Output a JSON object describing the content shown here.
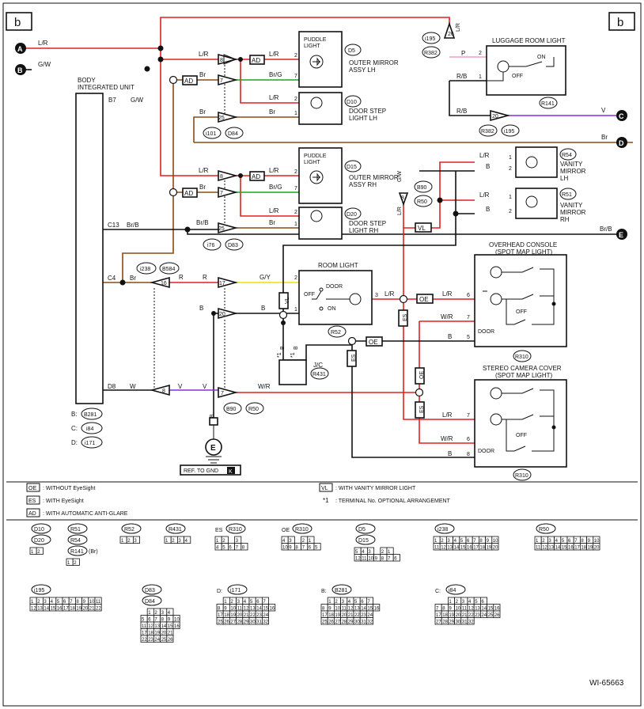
{
  "page": {
    "section_mark": "b",
    "figure_id": "WI-65663"
  },
  "connector_points": {
    "A": "A",
    "B": "B",
    "C": "C",
    "D": "D",
    "E": "E"
  },
  "colors": {
    "red": "#e02020",
    "brown": "#8a4a14",
    "green": "#1aa51a",
    "yellow": "#f0e000",
    "purple": "#8a2be2",
    "pink": "#f0a0c8",
    "black": "#111111"
  },
  "wires": {
    "LR": "L/R",
    "GW": "G/W",
    "Br": "Br",
    "BrG": "Br/G",
    "BrB": "Br/B",
    "R": "R",
    "GY": "G/Y",
    "B": "B",
    "V": "V",
    "WR": "W/R",
    "P": "P",
    "RB": "R/B",
    "W": "W"
  },
  "body_unit": {
    "title_line1": "BODY",
    "title_line2": "INTEGRATED UNIT",
    "pins": [
      "B7",
      "C13",
      "C4",
      "D8"
    ],
    "refs": [
      "B:",
      "C:",
      "D:"
    ],
    "ref_codes": [
      "B281",
      "i84",
      "i171"
    ]
  },
  "components": {
    "d5": {
      "id": "D5",
      "l1": "PUDDLE",
      "l2": "LIGHT",
      "name1": "OUTER MIRROR",
      "name2": "ASSY LH"
    },
    "d10": {
      "id": "D10",
      "name1": "DOOR STEP",
      "name2": "LIGHT LH"
    },
    "d15": {
      "id": "D15",
      "l1": "PUDDLE",
      "l2": "LIGHT",
      "name1": "OUTER MIRROR",
      "name2": "ASSY RH"
    },
    "d20": {
      "id": "D20",
      "name1": "DOOR STEP",
      "name2": "LIGHT RH"
    },
    "luggage": {
      "title": "LUGGAGE ROOM LIGHT",
      "on": "ON",
      "off": "OFF",
      "id": "R141"
    },
    "r54": {
      "id": "R54",
      "name1": "VANITY",
      "name2": "MIRROR",
      "name3": "LH"
    },
    "r51": {
      "id": "R51",
      "name1": "VANITY",
      "name2": "MIRROR",
      "name3": "RH"
    },
    "room": {
      "title": "ROOM LIGHT",
      "door": "DOOR",
      "off": "OFF",
      "on": "ON"
    },
    "overhead": {
      "title1": "OVERHEAD CONSOLE",
      "title2": "(SPOT MAP LIGHT)",
      "off": "OFF",
      "door": "DOOR",
      "id": "R310"
    },
    "stereo": {
      "title1": "STEREO CAMERA COVER",
      "title2": "(SPOT MAP LIGHT)",
      "off": "OFF",
      "door": "DOOR",
      "id": "R310"
    },
    "jc": {
      "title": "J/C",
      "id": "R431"
    },
    "ground": {
      "label": "REF. TO GND",
      "badge": "K"
    }
  },
  "tags": {
    "AD": "AD",
    "VL": "VL",
    "OE": "OE",
    "ES": "ES"
  },
  "conn_ids": {
    "i101": "i101",
    "D84": "D84",
    "i76": "i76",
    "D83": "D83",
    "i238": "i238",
    "B584": "B584",
    "B90": "B90",
    "R50": "R50",
    "R52": "R52",
    "i195": "i195",
    "R382": "R382"
  },
  "pin_numbers": {
    "n1": "1",
    "n2": "2",
    "n3": "3",
    "n5": "5",
    "n6": "6",
    "n7": "7",
    "n8": "8",
    "n16": "16",
    "n17": "17",
    "n20": "20",
    "n25": "25",
    "n26": "26",
    "star1": "*1"
  },
  "legend": [
    {
      "tag": "OE",
      "text": ": WITHOUT EyeSight"
    },
    {
      "tag": "ES",
      "text": ": WITH EyeSight"
    },
    {
      "tag": "AD",
      "text": ": WITH AUTOMATIC ANTI-GLARE"
    },
    {
      "tag": "VL",
      "text": ": WITH VANITY MIRROR LIGHT"
    },
    {
      "tag": "*1",
      "text": ": TERMINAL No. OPTIONAL ARRANGEMENT"
    }
  ],
  "connector_faces": [
    {
      "ids": [
        "D10",
        "D20"
      ],
      "rows": [
        [
          "1",
          "2"
        ]
      ]
    },
    {
      "ids": [
        "R51",
        "R54",
        "R141"
      ],
      "suffix": "(Br)",
      "rows": [
        [
          "1",
          "2"
        ]
      ]
    },
    {
      "ids": [
        "R52"
      ],
      "rows": [
        [
          "1",
          "2",
          "3"
        ]
      ]
    },
    {
      "ids": [
        "R431"
      ],
      "rows": [
        [
          "1",
          "2",
          "3",
          "4"
        ]
      ]
    },
    {
      "ids": [
        "R310"
      ],
      "prefix": "ES",
      "rows": [
        [
          "1",
          "2",
          "",
          "3"
        ],
        [
          "4",
          "5",
          "6",
          "7",
          "8"
        ]
      ]
    },
    {
      "ids": [
        "R310"
      ],
      "prefix": "OE",
      "rows": [
        [
          "4",
          "3",
          "",
          "2",
          "1"
        ],
        [
          "10",
          "9",
          "8",
          "7",
          "6",
          "5"
        ]
      ]
    },
    {
      "ids": [
        "D5",
        "D15"
      ],
      "rows": [
        [
          "5",
          "4",
          "3",
          "",
          "2",
          "1"
        ],
        [
          "12",
          "11",
          "10",
          "9",
          "8",
          "7",
          "6"
        ]
      ]
    },
    {
      "ids": [
        "i238"
      ],
      "rows": [
        [
          "1",
          "2",
          "3",
          "4",
          "5",
          "6",
          "7",
          "8",
          "9",
          "10"
        ],
        [
          "11",
          "12",
          "13",
          "14",
          "15",
          "16",
          "17",
          "18",
          "19",
          "20"
        ]
      ]
    },
    {
      "ids": [
        "R50"
      ],
      "rows": [
        [
          "1",
          "2",
          "3",
          "4",
          "5",
          "6",
          "7",
          "8",
          "9",
          "10"
        ],
        [
          "11",
          "12",
          "13",
          "14",
          "15",
          "16",
          "17",
          "18",
          "19",
          "20"
        ]
      ]
    },
    {
      "ids": [
        "i195"
      ],
      "rows": [
        [
          "1",
          "2",
          "3",
          "4",
          "5",
          "6",
          "7",
          "8",
          "9",
          "10",
          "11"
        ],
        [
          "12",
          "13",
          "14",
          "15",
          "16",
          "17",
          "18",
          "19",
          "20",
          "21",
          "22"
        ]
      ]
    },
    {
      "ids": [
        "D83",
        "D84"
      ],
      "rows": [
        [
          "1",
          "2",
          "3",
          "4"
        ],
        [
          "5",
          "6",
          "7",
          "8",
          "9",
          "10"
        ],
        [
          "11",
          "12",
          "13",
          "14",
          "15",
          "16"
        ],
        [
          "17",
          "18",
          "19",
          "20",
          "21"
        ],
        [
          "22",
          "23",
          "24",
          "25",
          "26"
        ]
      ]
    },
    {
      "ids": [
        "i171"
      ],
      "prefix": "D:",
      "rows": [
        [
          "1",
          "2",
          "3",
          "4",
          "5",
          "6",
          "7"
        ],
        [
          "8",
          "9",
          "10",
          "11",
          "12",
          "13",
          "14",
          "15",
          "16"
        ],
        [
          "17",
          "18",
          "19",
          "20",
          "21",
          "22",
          "23",
          "24"
        ],
        [
          "25",
          "26",
          "27",
          "28",
          "29",
          "30",
          "31",
          "32"
        ]
      ]
    },
    {
      "ids": [
        "B281"
      ],
      "prefix": "B:",
      "rows": [
        [
          "1",
          "2",
          "3",
          "4",
          "5",
          "6",
          "7"
        ],
        [
          "8",
          "9",
          "10",
          "11",
          "12",
          "13",
          "14",
          "15",
          "16"
        ],
        [
          "17",
          "18",
          "19",
          "20",
          "21",
          "22",
          "23",
          "24"
        ],
        [
          "25",
          "26",
          "27",
          "28",
          "29",
          "30",
          "31",
          "32"
        ]
      ]
    },
    {
      "ids": [
        "i84"
      ],
      "prefix": "C:",
      "rows": [
        [
          "1",
          "2",
          "3",
          "4",
          "5",
          "6"
        ],
        [
          "7",
          "8",
          "9",
          "10",
          "11",
          "12",
          "13",
          "14",
          "15",
          "16"
        ],
        [
          "17",
          "18",
          "19",
          "20",
          "21",
          "22",
          "23",
          "24",
          "25",
          "26"
        ],
        [
          "27",
          "28",
          "29",
          "30",
          "31",
          "32"
        ]
      ]
    }
  ]
}
